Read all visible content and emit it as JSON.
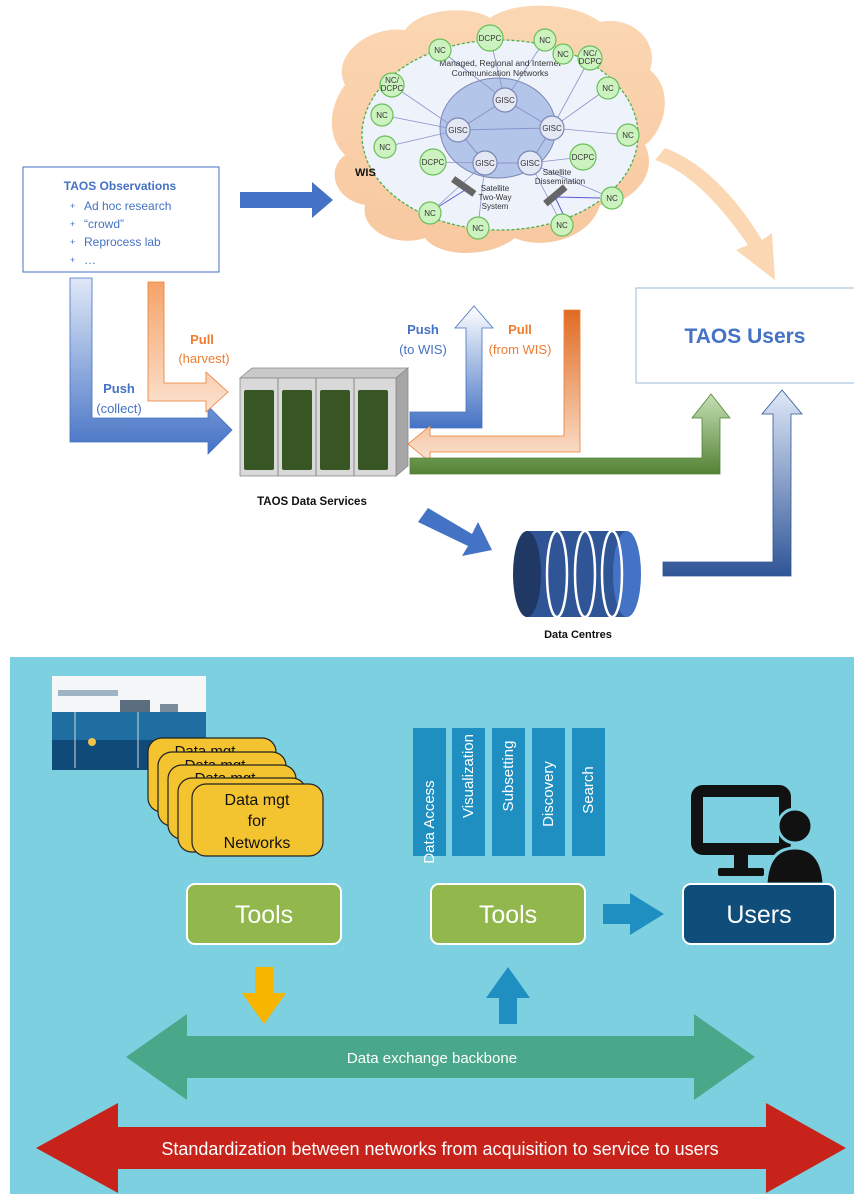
{
  "top": {
    "observations": {
      "title": "TAOS Observations",
      "items": [
        "Ad hoc research",
        "“crowd”",
        "Reprocess lab",
        "…"
      ],
      "bullet": "+"
    },
    "wis": {
      "label": "WIS",
      "network_title_line1": "Managed, Regional and Internet",
      "network_title_line2": "Communication Networks",
      "nc": "NC",
      "dcpc": "DCPC",
      "nc_dcpc_line1": "NC/",
      "nc_dcpc_line2": "DCPC",
      "gisc": "GISC",
      "satellite_twoway": [
        "Satellite",
        "Two-Way",
        "System"
      ],
      "satellite_dissemination": [
        "Satellite",
        "Dissemination"
      ]
    },
    "flows": {
      "pull_harvest_1": "Pull",
      "pull_harvest_2": "(harvest)",
      "push_collect_1": "Push",
      "push_collect_2": "(collect)",
      "push_wis_1": "Push",
      "push_wis_2": "(to WIS)",
      "pull_wis_1": "Pull",
      "pull_wis_2": "(from WIS)"
    },
    "taos_users": "TAOS Users",
    "data_services": "TAOS Data Services",
    "data_centres": "Data Centres"
  },
  "bottom": {
    "data_mgt_back": "Data mgt",
    "data_mgt_front": [
      "Data mgt",
      "for",
      "Networks"
    ],
    "tools_left": "Tools",
    "tools_right": "Tools",
    "users": "Users",
    "tabs": [
      "Data Access",
      "Visualization",
      "Subsetting",
      "Discovery",
      "Search"
    ],
    "backbone": "Data exchange backbone",
    "standardization": "Standardization  between networks from acquisition to service to users"
  },
  "colors": {
    "blue_arrow": "#4472c4",
    "orange_arrow": "#ed7d31",
    "green_arrow": "#548235",
    "panel_bg": "#7dd0e0",
    "tools_green": "#92b74c",
    "users_navy": "#0f4d7a",
    "backbone_green": "#4aa88a",
    "standard_red": "#c8231b",
    "tab_blue": "#1e8fc0",
    "yellow_arrow": "#f7b500"
  }
}
